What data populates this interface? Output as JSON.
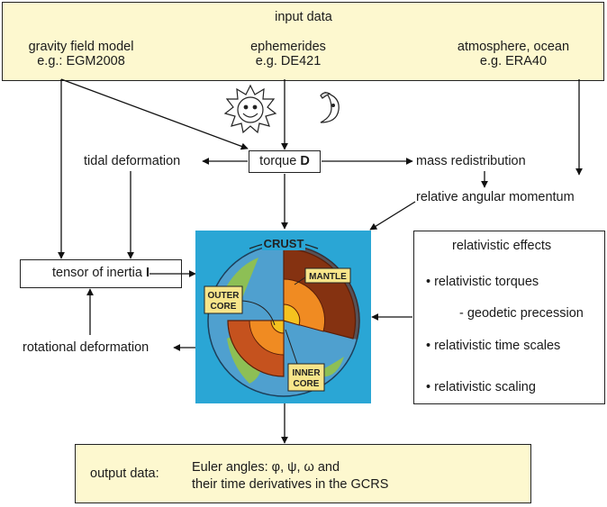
{
  "input": {
    "title": "input data",
    "gravity_title": "gravity field model",
    "gravity_example": "e.g.: EGM2008",
    "ephem_title": "ephemerides",
    "ephem_example": "e.g. DE421",
    "atmo_title": "atmosphere, ocean",
    "atmo_example": "e.g. ERA40"
  },
  "nodes": {
    "torque": "torque",
    "torque_symbol": "D",
    "tidal": "tidal deformation",
    "mass": "mass redistribution",
    "ang_mom": "relative angular momentum",
    "inertia": "tensor of inertia",
    "inertia_symbol": "I",
    "rot_def": "rotational deformation"
  },
  "relativistic": {
    "title": "relativistic effects",
    "items": [
      "• relativistic torques",
      "- geodetic precession",
      "• relativistic time scales",
      "• relativistic scaling"
    ]
  },
  "earth_labels": {
    "crust": "CRUST",
    "mantle": "MANTLE",
    "outer_core_1": "OUTER",
    "outer_core_2": "CORE",
    "inner_core_1": "INNER",
    "inner_core_2": "CORE"
  },
  "output": {
    "label": "output data:",
    "line1": "Euler angles: φ, ψ, ω  and",
    "line2": "their time derivatives in the GCRS"
  },
  "icons": [
    "sun-icon",
    "moon-icon"
  ]
}
